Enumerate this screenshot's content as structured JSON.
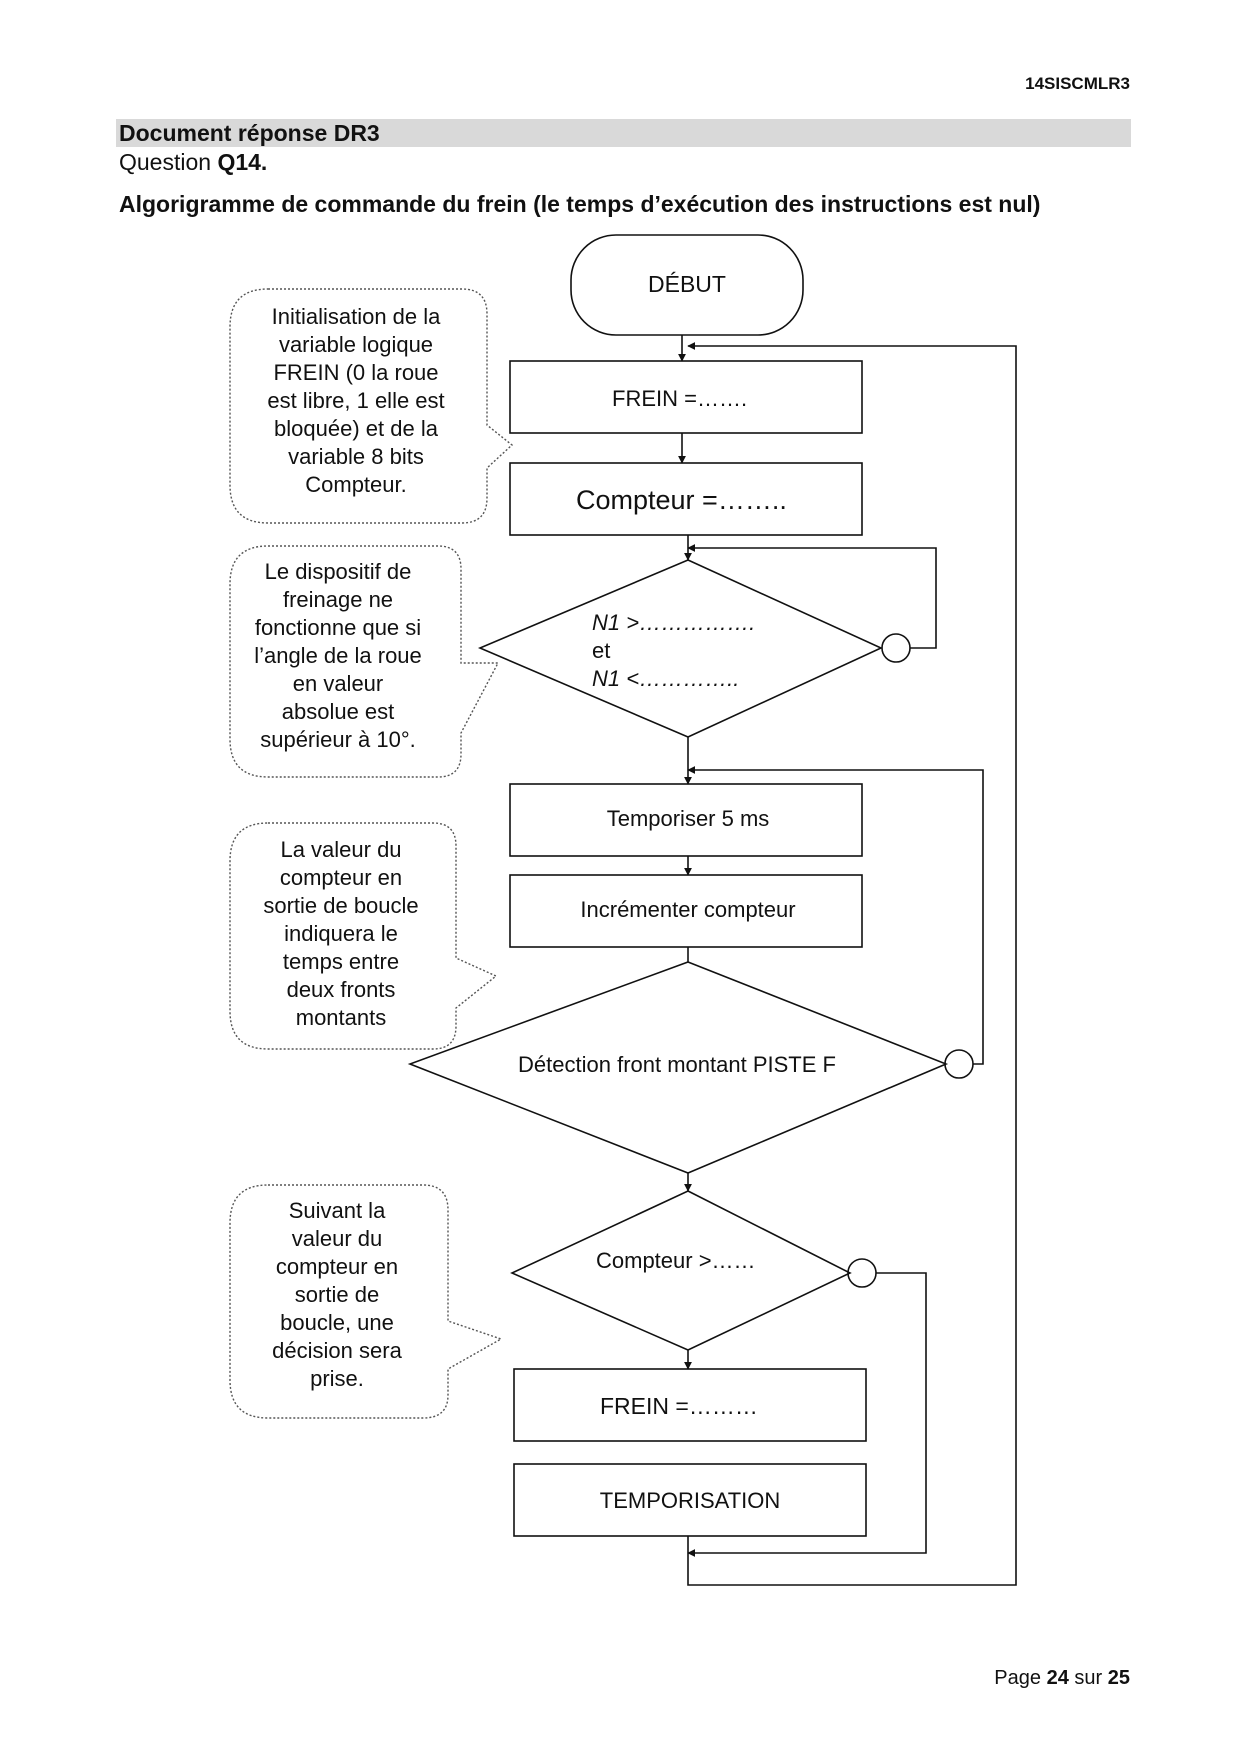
{
  "header": {
    "code": "14SISCMLR3"
  },
  "section": {
    "title": "Document réponse DR3",
    "question_prefix": "Question",
    "question_number": "Q14.",
    "subtitle": "Algorigramme de commande du frein (le temps d’exécution des instructions est nul)"
  },
  "flowchart": {
    "start": "DÉBUT",
    "frein_init": "FREIN =…….",
    "compteur_init": "Compteur =……..",
    "condition1": {
      "line1": "N1 >…………….",
      "line2": "et",
      "line3": "N1 <………….."
    },
    "temporiser": "Temporiser 5 ms",
    "increment": "Incrémenter compteur",
    "detection": "Détection front montant PISTE F",
    "compteur_test": "Compteur >……",
    "frein_set": "FREIN =………",
    "temporisation": "TEMPORISATION"
  },
  "callouts": {
    "c1": [
      "Initialisation de la",
      "variable logique",
      "FREIN (0 la roue",
      "est libre, 1 elle est",
      "bloquée) et de la",
      "variable 8 bits",
      "Compteur."
    ],
    "c2": [
      "Le dispositif de",
      "freinage ne",
      "fonctionne que si",
      "l’angle de la roue",
      "en valeur",
      "absolue est",
      "supérieur à 10°."
    ],
    "c3": [
      "La valeur du",
      "compteur en",
      "sortie de boucle",
      "indiquera le",
      "temps entre",
      "deux fronts",
      "montants"
    ],
    "c4": [
      "Suivant la",
      "valeur du",
      "compteur en",
      "sortie de",
      "boucle, une",
      "décision sera",
      "prise."
    ]
  },
  "footer": {
    "page_word": "Page",
    "page": "24",
    "of_word": "sur",
    "total": "25"
  }
}
